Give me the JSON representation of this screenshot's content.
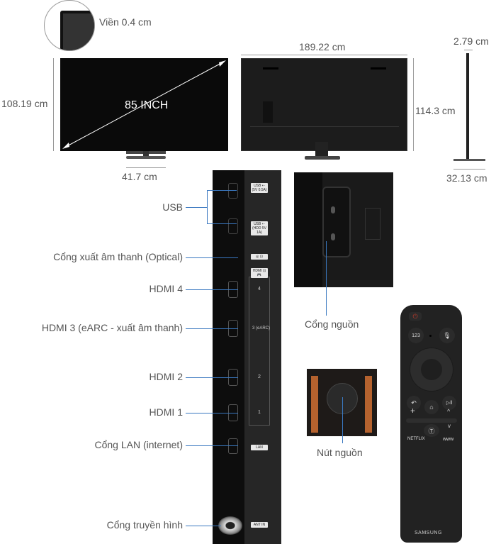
{
  "dimensions": {
    "bezel": "Viền 0.4 cm",
    "height_front": "108.19 cm",
    "diagonal": "85 INCH",
    "stand_width": "41.7 cm",
    "width": "189.22 cm",
    "height_back": "114.3 cm",
    "depth": "2.79 cm",
    "stand_depth": "32.13 cm"
  },
  "ports": {
    "labels": [
      "USB",
      "Cổng xuất âm thanh (Optical)",
      "HDMI 4",
      "HDMI 3 (eARC - xuất âm thanh)",
      "HDMI 2",
      "HDMI 1",
      "Cổng LAN (internet)",
      "Cổng truyền hình"
    ],
    "strip": {
      "usb1": "USB ⇠ (5V 0.5A)",
      "usb2": "USB ⇠ (HDD 5V 1A)",
      "optical": "◎ ⊡",
      "hdmi": "HDMI ⊡ 🎮",
      "h4": "4",
      "h3": "3 (eARC)",
      "h2": "2",
      "h1": "1",
      "lan": "LAN",
      "ant": "ANT IN"
    }
  },
  "power_port_label": "Cổng nguồn",
  "power_button_label": "Nút nguồn",
  "remote": {
    "num": "123",
    "netflix": "NETFLIX",
    "www": "www",
    "brand": "SAMSUNG",
    "plus": "+",
    "home": "⌂",
    "back": "↶",
    "play": "▷‖",
    "up": "^",
    "down": "v",
    "ott": "Ⓣ"
  },
  "colors": {
    "leader_line": "#3a78c0",
    "tv": "#0a0a0a",
    "remote": "#222222",
    "power": "#c0392b"
  }
}
